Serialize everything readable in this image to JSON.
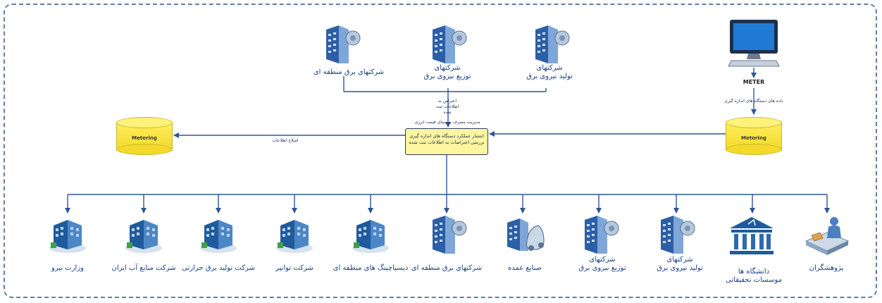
{
  "top_nodes": [
    {
      "id": "regional",
      "label_lines": [
        "شرکتهای برق منطقه ای"
      ]
    },
    {
      "id": "distribution",
      "label_lines": [
        "شرکتهای",
        "توزیع نیروی برق"
      ]
    },
    {
      "id": "generation",
      "label_lines": [
        "شرکتهای",
        "تولید نیروی برق"
      ]
    }
  ],
  "meter": {
    "label": "METER",
    "caption": "داده های دستگاه های اندازه گیری"
  },
  "center_box": {
    "line1": "انتشار عملکرد دستگاه های اندازه گیری",
    "line2": "بررسی اعتراضات به اطلاعات ثبت شده"
  },
  "top_connector_text": [
    "اعتراض به",
    "اطلاعات ثبت",
    "شده"
  ],
  "feedback_text": "مدیریت مصرف بر مبنای قیمت انرژی",
  "left_arrow_text": "اصلاح اطلاعات",
  "db_left": {
    "label": "Metering"
  },
  "db_right": {
    "label": "Metering"
  },
  "bottom_nodes": [
    {
      "id": "researchers",
      "label_lines": [
        "پژوهشگران"
      ]
    },
    {
      "id": "universities",
      "label_lines": [
        "دانشگاه ها",
        "موسسات تحقیقاتی"
      ]
    },
    {
      "id": "generation2",
      "label_lines": [
        "شرکتهای",
        "تولید نیروی برق"
      ]
    },
    {
      "id": "distribution2",
      "label_lines": [
        "شرکتهای",
        "توزیع نیروی برق"
      ]
    },
    {
      "id": "industries",
      "label_lines": [
        "صنایع عمده"
      ]
    },
    {
      "id": "regional2",
      "label_lines": [
        "شرکتهای برق منطقه ای"
      ]
    },
    {
      "id": "dispatch",
      "label_lines": [
        "دیسپاچینگ های منطقه ای"
      ]
    },
    {
      "id": "tavanir",
      "label_lines": [
        "شرکت توانیر"
      ]
    },
    {
      "id": "thermal",
      "label_lines": [
        "شرکت تولید برق حرارتی"
      ]
    },
    {
      "id": "water",
      "label_lines": [
        "شرکت منابع آب ایران"
      ]
    },
    {
      "id": "ministry",
      "label_lines": [
        "وزارت نیرو"
      ]
    }
  ],
  "icon_names": {
    "server": "server-building-icon",
    "office": "office-building-icon",
    "car": "car-factory-icon",
    "university": "university-building-icon",
    "researcher": "researcher-desk-icon",
    "monitor": "monitor-icon",
    "database": "database-cylinder-icon"
  }
}
